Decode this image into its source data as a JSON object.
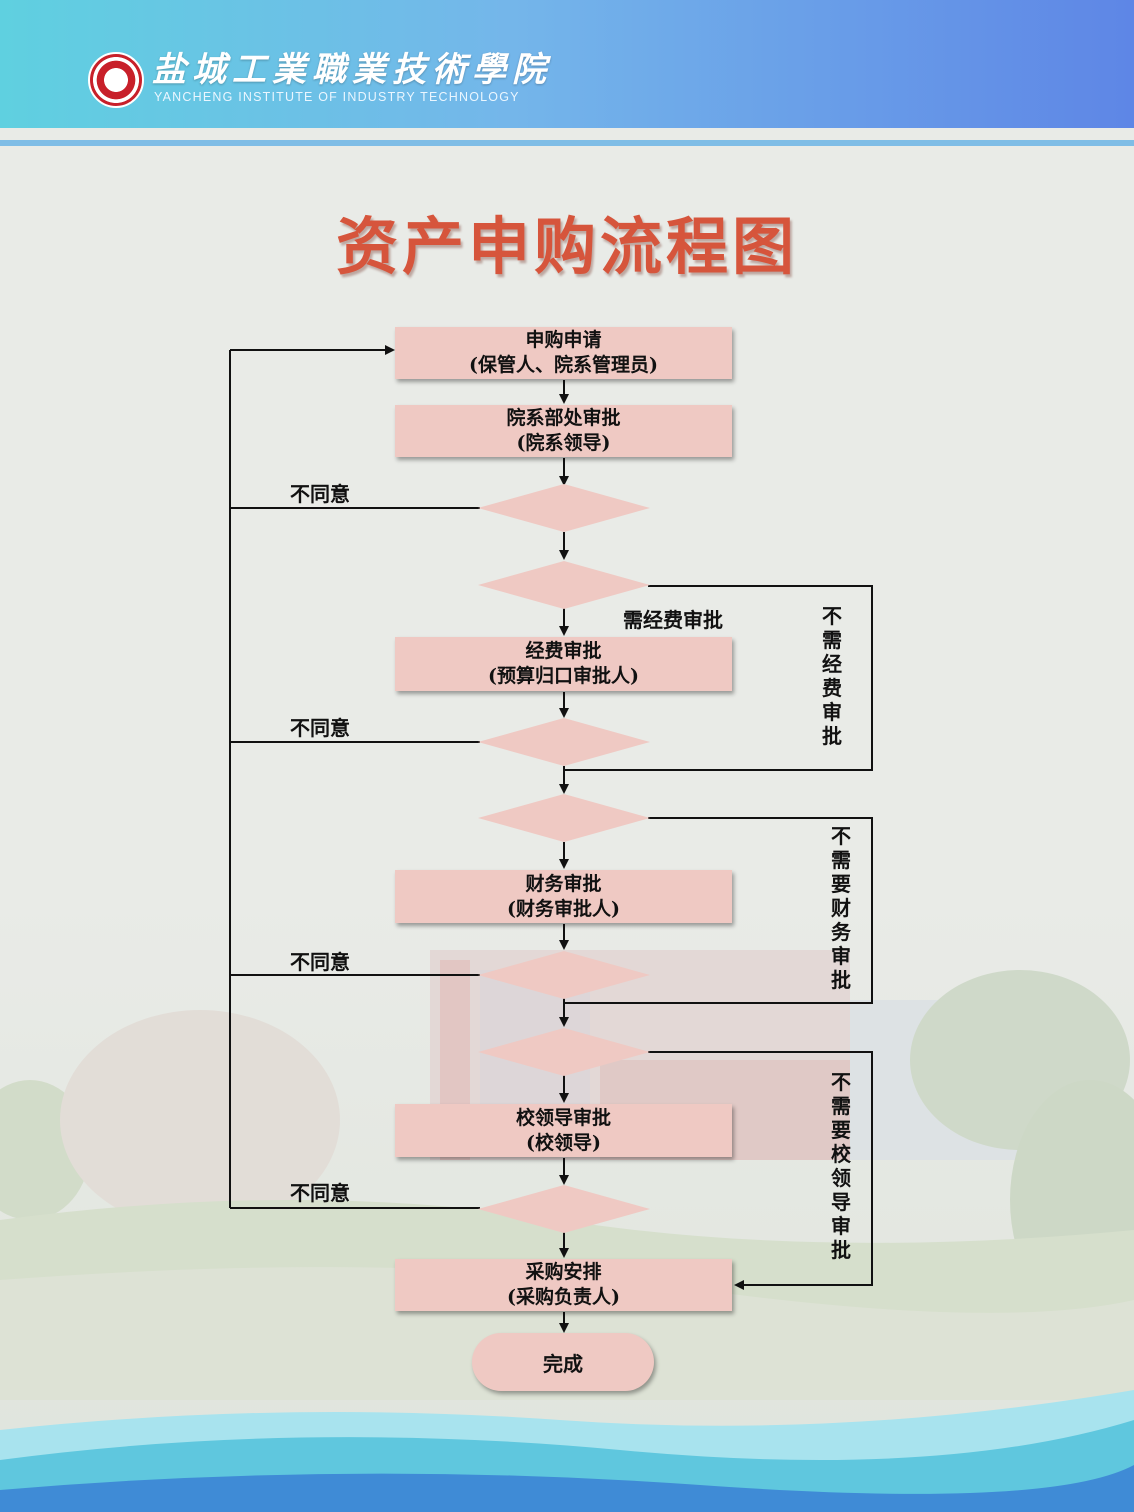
{
  "header": {
    "school_name": "盐城工業職業技術學院",
    "school_name_en": "YANCHENG INSTITUTE OF INDUSTRY TECHNOLOGY",
    "logo_icon": "school-seal-icon"
  },
  "title": "资产申购流程图",
  "steps": [
    {
      "line1": "申购申请",
      "line2": "(保管人、院系管理员)"
    },
    {
      "line1": "院系部处审批",
      "line2": "(院系领导)"
    },
    {
      "line1": "经费审批",
      "line2": "(预算归口审批人)"
    },
    {
      "line1": "财务审批",
      "line2": "(财务审批人)"
    },
    {
      "line1": "校领导审批",
      "line2": "(校领导)"
    },
    {
      "line1": "采购安排",
      "line2": "(采购负责人)"
    }
  ],
  "end_label": "完成",
  "labels": {
    "disagree": "不同意",
    "need_funding": "需经费审批",
    "skip_funding": "不需经费审批",
    "skip_finance": "不需要财务审批",
    "skip_leader": "不需要校领导审批"
  },
  "colors": {
    "box_fill": "#efc9c3",
    "title": "#d6553c",
    "header_start": "#5fd0e0",
    "header_end": "#5e86e6"
  }
}
